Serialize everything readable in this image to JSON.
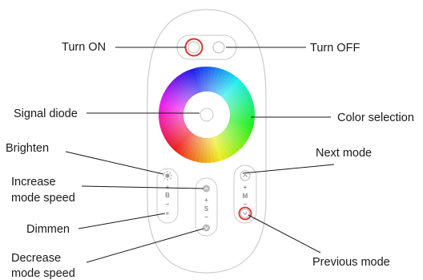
{
  "labels": {
    "turn_on": "Turn ON",
    "turn_off": "Turn OFF",
    "signal_diode": "Signal diode",
    "color_selection": "Color selection",
    "brighten": "Brighten",
    "increase_line1": "Increase",
    "increase_line2": "mode speed",
    "dimmen": "Dimmen",
    "decrease_line1": "Decrease",
    "decrease_line2": "mode speed",
    "next_mode": "Next mode",
    "previous_mode": "Previous mode"
  },
  "button_letters": {
    "brightness": "B",
    "speed": "S",
    "mode": "M",
    "plus": "+",
    "minus": "−"
  },
  "colors": {
    "remote_outline": "#d2d2d2",
    "highlight_ring": "#d9342b",
    "leader_line": "#1a1a1a"
  },
  "icons": [
    "power-on-icon",
    "power-off-icon",
    "color-wheel-icon",
    "sun-icon",
    "chevron-up-icon",
    "chevron-down-icon"
  ]
}
